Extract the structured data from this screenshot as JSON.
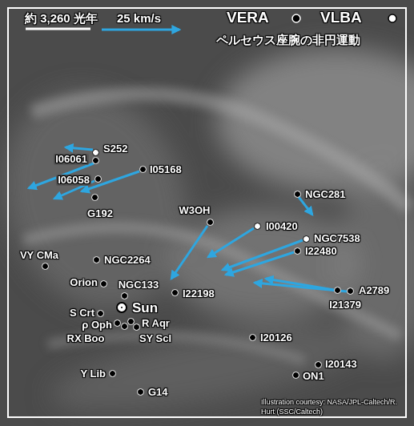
{
  "diagram": {
    "title": "ペルセウス座腕の非円運動",
    "caption": "Illustration courtesy: NASA/JPL-Caltech/R. Hurt (SSC/Caltech)",
    "nodes": [
      {
        "text": [
          "S252"
        ]
      },
      {
        "text": [
          "I06061"
        ]
      },
      {
        "text": [
          "I05168"
        ]
      },
      {
        "text": [
          "I06058"
        ]
      },
      {
        "text": [
          "NGC281"
        ]
      },
      {
        "text": [
          "G192"
        ]
      },
      {
        "text": [
          "W3OH"
        ]
      },
      {
        "text": [
          "I00420"
        ]
      },
      {
        "text": [
          "NGC7538"
        ]
      },
      {
        "text": [
          "I22480"
        ]
      },
      {
        "text": [
          "NGC2264"
        ]
      },
      {
        "text": [
          "VY CMa"
        ]
      },
      {
        "text": [
          "Orion"
        ]
      },
      {
        "text": [
          "NGC133"
        ]
      },
      {
        "text": [
          "I22198"
        ]
      },
      {
        "text": [
          "I21379"
        ]
      },
      {
        "text": [
          "A2789"
        ]
      },
      {
        "text": [
          "Sun"
        ]
      },
      {
        "text": [
          "S Crt"
        ]
      },
      {
        "text": [
          "ρ Oph"
        ]
      },
      {
        "text": [
          "R Aqr"
        ]
      },
      {
        "text": [
          "RX Boo"
        ]
      },
      {
        "text": [
          "SY Scl"
        ]
      },
      {
        "text": [
          "I20126"
        ]
      },
      {
        "text": [
          "I20143"
        ]
      },
      {
        "text": [
          "Y Lib"
        ]
      },
      {
        "text": [
          "ON1"
        ]
      },
      {
        "text": [
          "G14"
        ]
      }
    ],
    "labels": [
      "約 3,260 光年",
      "25 km/s"
    ],
    "legend": [
      {
        "text": "VERA"
      },
      {
        "text": "VLBA"
      }
    ]
  }
}
